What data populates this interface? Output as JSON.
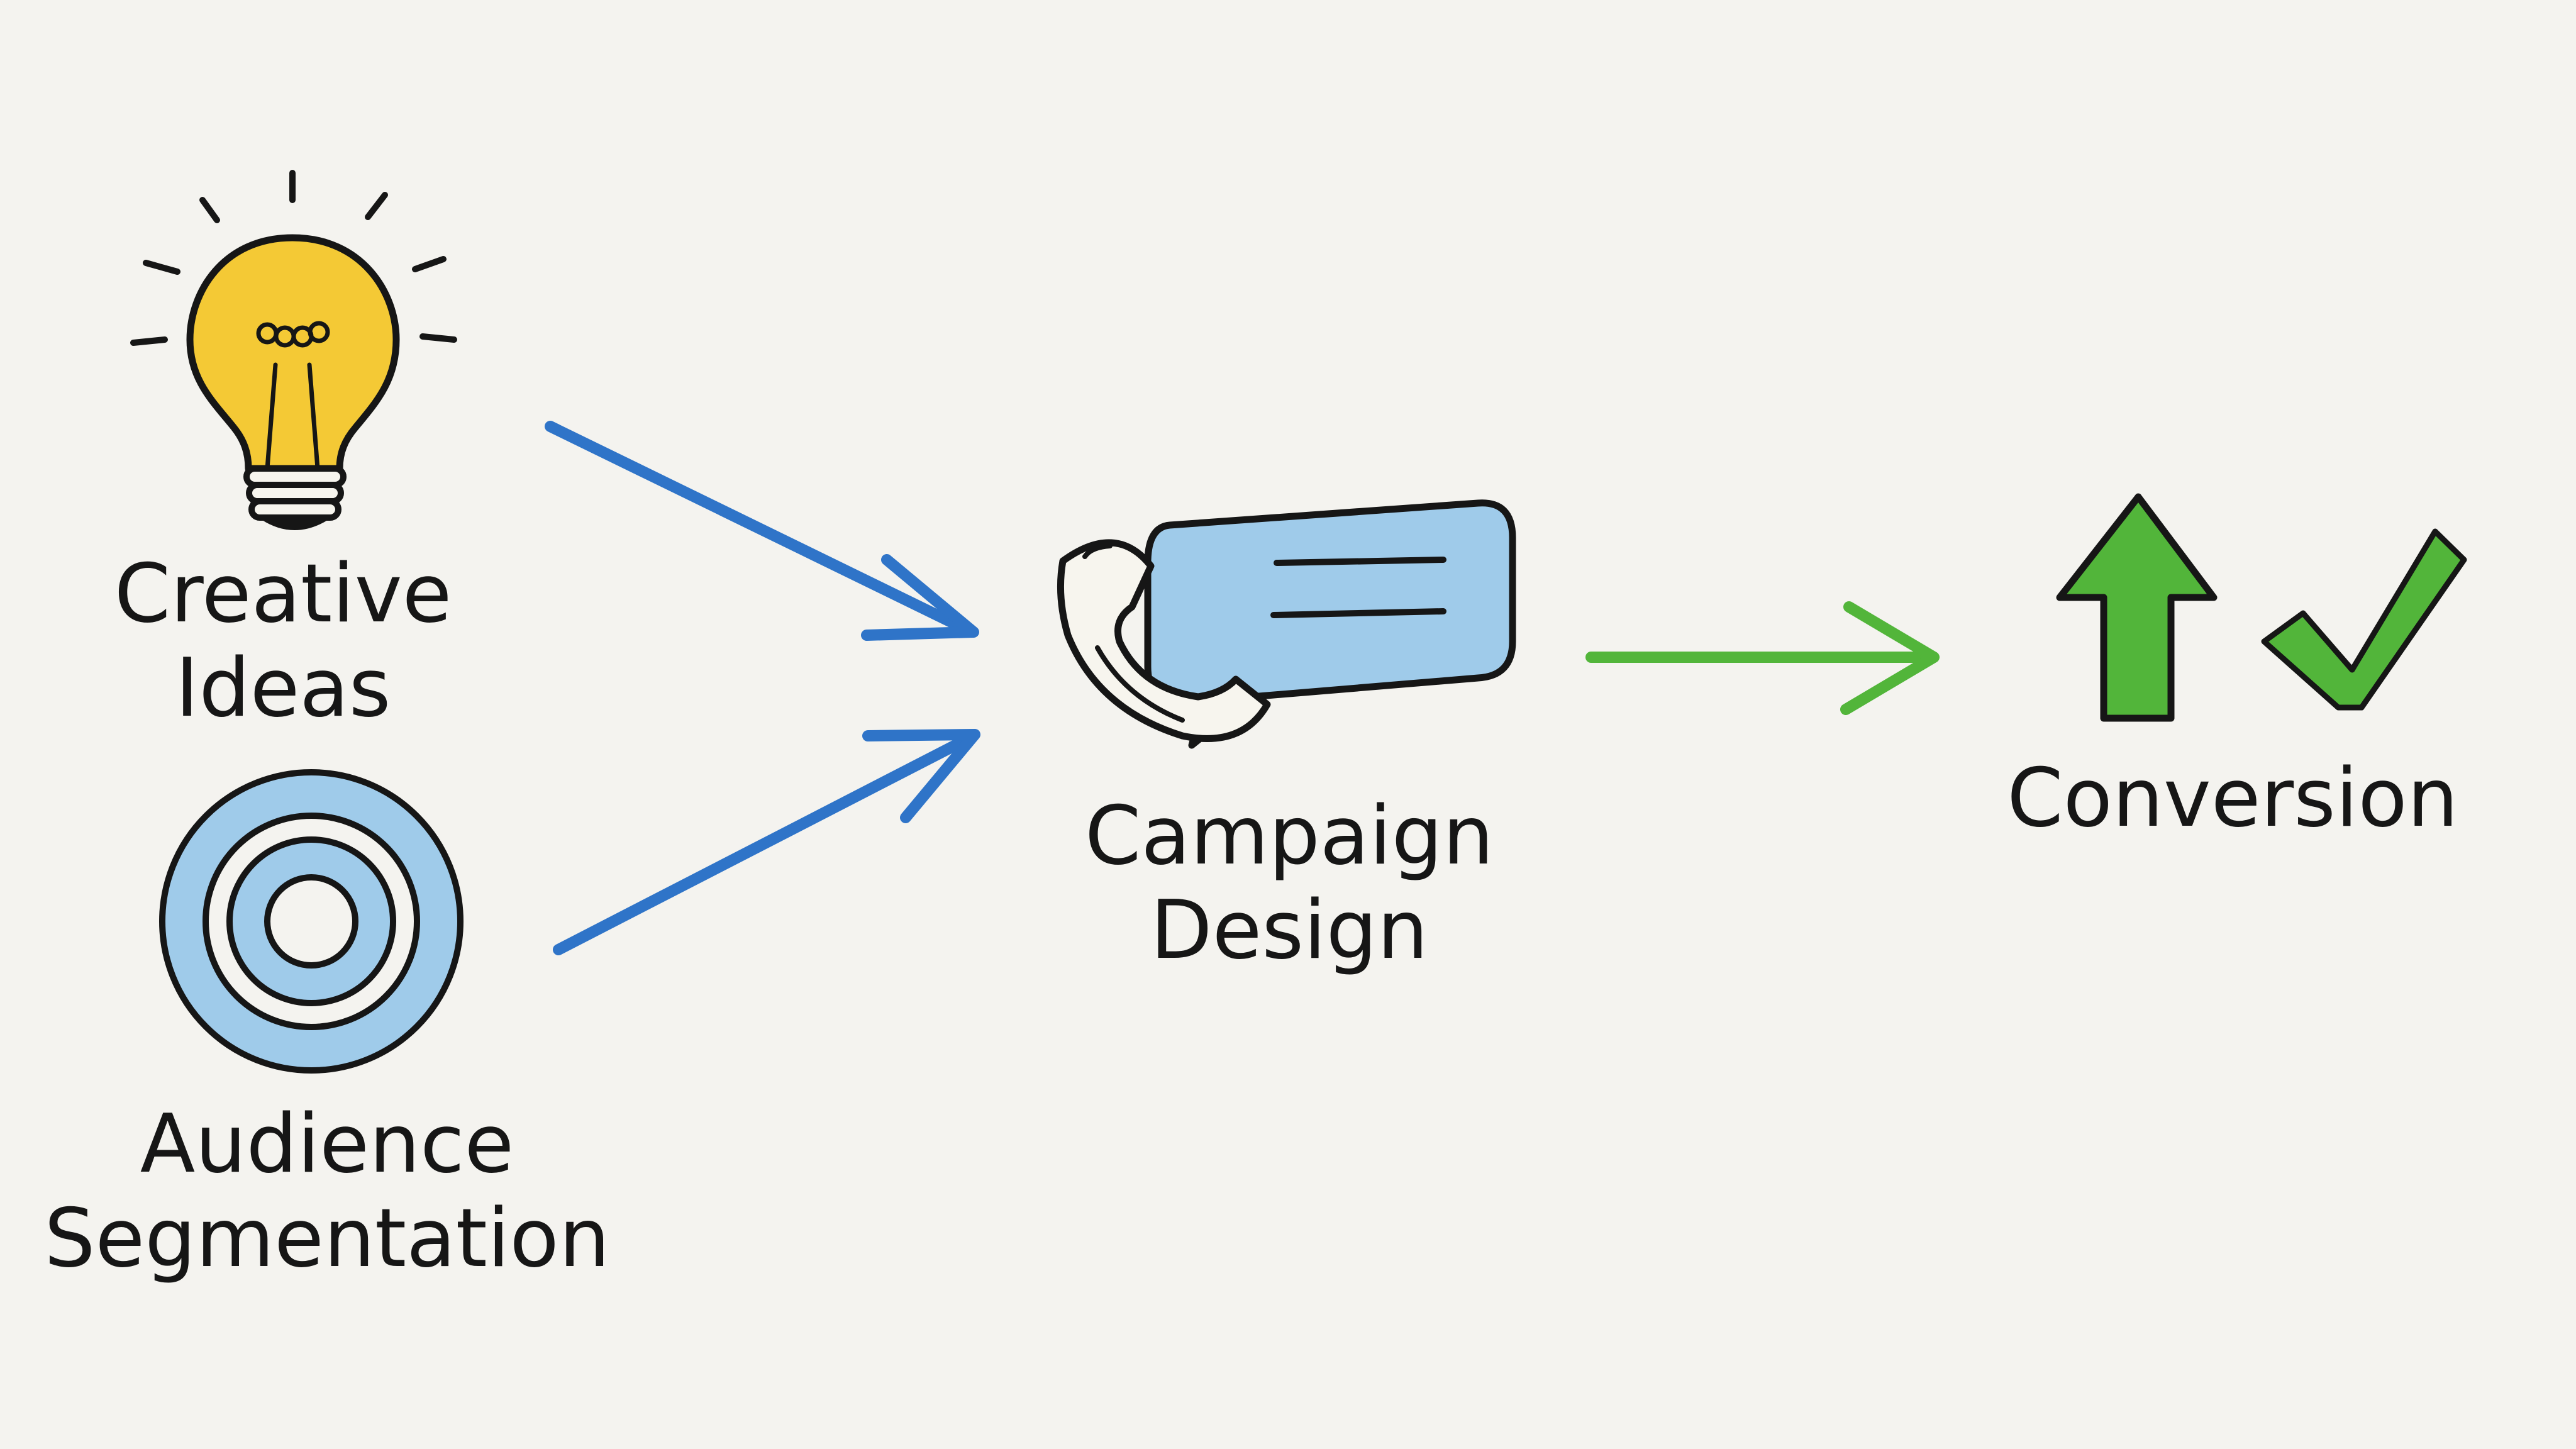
{
  "nodes": {
    "creative_ideas": {
      "icon": "lightbulb-icon",
      "line1": "Creative",
      "line2": "Ideas"
    },
    "audience_segmentation": {
      "icon": "target-icon",
      "line1": "Audience",
      "line2": "Segmentation"
    },
    "campaign_design": {
      "icon": "phone-chat-icon",
      "line1": "Campaign",
      "line2": "Design"
    },
    "conversion": {
      "icon": "growth-check-icon",
      "line1": "Conversion"
    }
  },
  "edges": [
    {
      "from": "creative_ideas",
      "to": "campaign_design"
    },
    {
      "from": "audience_segmentation",
      "to": "campaign_design"
    },
    {
      "from": "campaign_design",
      "to": "conversion"
    }
  ],
  "colors": {
    "background": "#f4f3ef",
    "ink": "#161616",
    "bulb_yellow": "#f4c935",
    "blue_arrow": "#2f74c8",
    "light_blue": "#9fcbea",
    "green": "#52b53a"
  }
}
